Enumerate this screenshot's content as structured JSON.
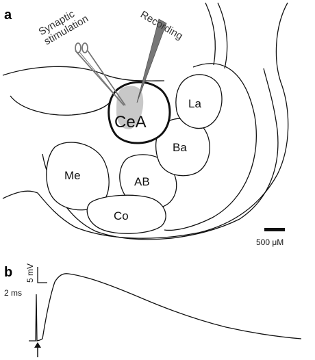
{
  "panels": {
    "a": {
      "letter": "a",
      "stim_label_line1": "Synaptic",
      "stim_label_line2": "stimulation",
      "recording_label": "Recording",
      "regions": {
        "cea": "CeA",
        "la": "La",
        "ba": "Ba",
        "me": "Me",
        "ab": "AB",
        "co": "Co"
      },
      "scale_bar_label": "500 μM"
    },
    "b": {
      "letter": "b",
      "y_scale_label": "5 mV",
      "x_scale_label": "2 ms"
    }
  },
  "colors": {
    "line": "#111111",
    "cea_fill": "#c8c8c8",
    "electrode_gray": "#777777"
  }
}
